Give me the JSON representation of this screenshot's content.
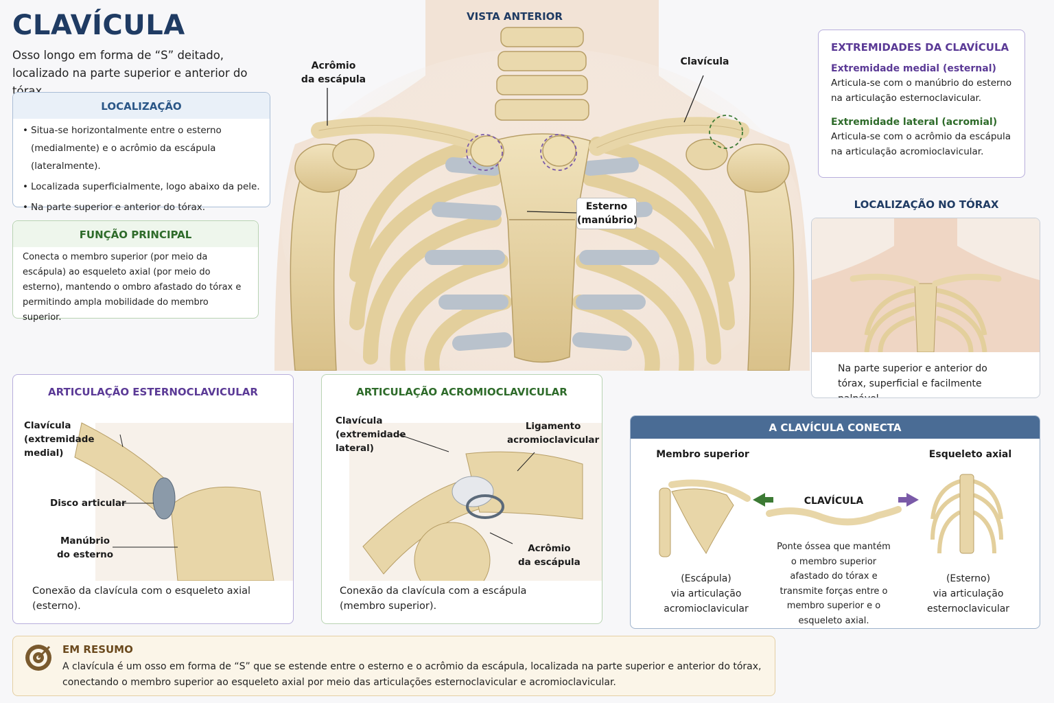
{
  "header": {
    "title": "CLAVÍCULA",
    "subtitle": "Osso longo em forma de “S” deitado, localizado na parte superior e anterior do tórax."
  },
  "main_view": {
    "heading": "VISTA ANTERIOR",
    "label_acromio": [
      "Acrômio",
      "da escápula"
    ],
    "label_clavicula": "Clavícula",
    "label_esterno": [
      "Esterno",
      "(manúbrio)"
    ]
  },
  "localizacao": {
    "heading": "LOCALIZAÇÃO",
    "items": [
      "Situa-se horizontalmente entre o esterno (medialmente) e o acrômio da escápula (lateralmente).",
      "Localizada superficialmente, logo abaixo da pele.",
      "Na parte superior e anterior do tórax."
    ]
  },
  "funcao": {
    "heading": "FUNÇÃO PRINCIPAL",
    "text": "Conecta o membro superior (por meio da escápula) ao esqueleto axial (por meio do esterno), mantendo o ombro afastado do tórax e permitindo ampla mobilidade do membro superior."
  },
  "extremidades": {
    "heading": "EXTREMIDADES DA CLAVÍCULA",
    "medial_title": "Extremidade medial (esternal)",
    "medial_text": "Articula-se com o manúbrio do esterno na articulação esternoclavicular.",
    "lateral_title": "Extremidade lateral (acromial)",
    "lateral_text": "Articula-se com o acrômio da escápula na articulação acromioclavicular."
  },
  "localizacao_torax": {
    "heading": "LOCALIZAÇÃO NO TÓRAX",
    "caption": "Na parte superior e anterior do tórax, superficial e facilmente palpável."
  },
  "art_esterno": {
    "heading": "ARTICULAÇÃO ESTERNOCLAVICULAR",
    "label_clavicula": [
      "Clavícula",
      "(extremidade",
      "medial)"
    ],
    "label_disco": "Disco articular",
    "label_manubrio": [
      "Manúbrio",
      "do esterno"
    ],
    "caption": "Conexão da clavícula com o esqueleto axial (esterno)."
  },
  "art_acromio": {
    "heading": "ARTICULAÇÃO ACROMIOCLAVICULAR",
    "label_clavicula": [
      "Clavícula",
      "(extremidade",
      "lateral)"
    ],
    "label_ligamento": [
      "Ligamento",
      "acromioclavicular"
    ],
    "label_acromio": [
      "Acrômio",
      "da escápula"
    ],
    "caption": "Conexão da clavícula com a escápula (membro superior)."
  },
  "conecta": {
    "heading": "A CLAVÍCULA CONECTA",
    "left_title": "Membro superior",
    "left_caption": [
      "(Escápula)",
      "via articulação",
      "acromioclavicular"
    ],
    "center_title": "CLAVÍCULA",
    "center_caption": "Ponte óssea que mantém o membro superior afastado do tórax e transmite forças entre o membro superior e o esqueleto axial.",
    "right_title": "Esqueleto axial",
    "right_caption": [
      "(Esterno)",
      "via articulação",
      "esternoclavicular"
    ]
  },
  "resumo": {
    "heading": "EM RESUMO",
    "text": "A clavícula é um osso em forma de “S” que se estende entre o esterno e o acrômio da escápula, localizada na parte superior e anterior do tórax, conectando o membro superior ao esqueleto axial por meio das articulações esternoclavicular e acromioclavicular."
  },
  "colors": {
    "title": "#1f3b63",
    "bone": "#e8d6a8",
    "cartilage": "#a9b4c2",
    "purple": "#5b3a96",
    "green": "#2e6b2a",
    "header_bar": "#4a6c95"
  }
}
